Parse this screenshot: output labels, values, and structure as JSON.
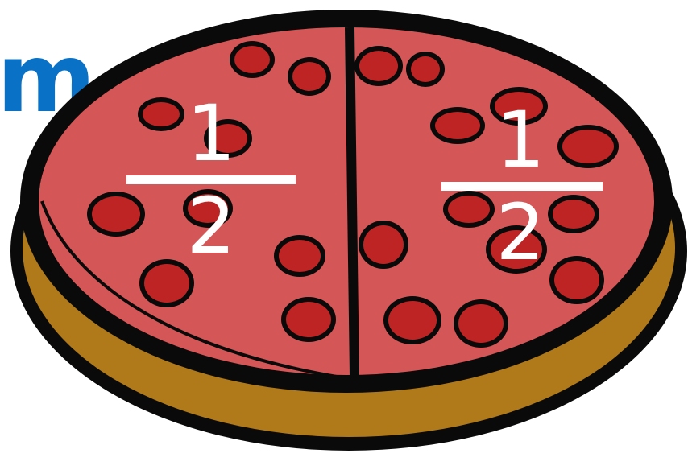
{
  "edge_text": "m",
  "fractions": {
    "left": {
      "numerator": "1",
      "denominator": "2"
    },
    "right": {
      "numerator": "1",
      "denominator": "2"
    }
  },
  "colors": {
    "sauce": "#d45656",
    "crust": "#b07a1a",
    "outline": "#0a0a0a",
    "pepperoni": "#bf2424",
    "text_blue": "#0a72c6",
    "fraction_text": "#ffffff"
  }
}
